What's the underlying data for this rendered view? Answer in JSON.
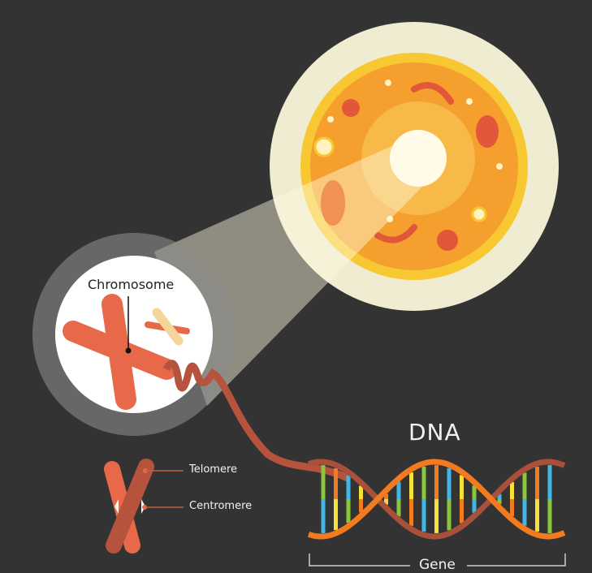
{
  "labels": {
    "dna": "DNA",
    "chromosome": "Chromosome",
    "telomere": "Telomere",
    "centromere": "Centromere",
    "gene": "Gene"
  },
  "colors": {
    "background": "#333333",
    "cell_halo": "#efecd2",
    "cell_ring": "#f8c832",
    "cell_body": "#f5a02e",
    "chromosome_light": "#e8694a",
    "chromosome_dark": "#b5533c",
    "strand_orange": "#f47a20",
    "strand_brown": "#a9503a",
    "base_green": "#8cc63f",
    "base_blue": "#41b6e6",
    "base_yellow": "#f5e03a",
    "base_orange": "#f47a20"
  }
}
